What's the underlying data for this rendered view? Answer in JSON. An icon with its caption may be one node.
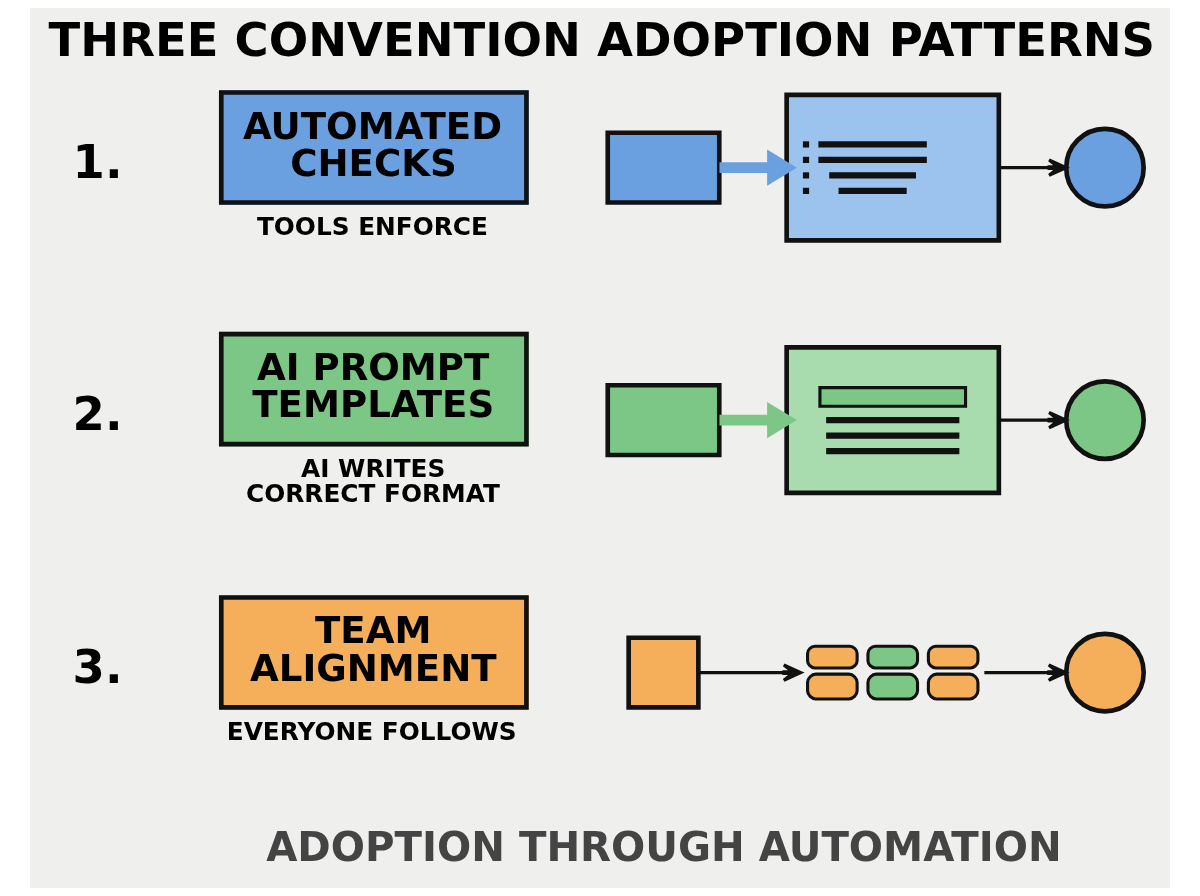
{
  "diagram": {
    "title": "THREE CONVENTION ADOPTION PATTERNS",
    "caption": "ADOPTION THROUGH AUTOMATION",
    "nodes": [
      {
        "text": [
          "AUTOMATED CHECKS"
        ],
        "beside": [
          "TOOLS ENFORCE"
        ]
      },
      {
        "text": [],
        "shape": "box"
      },
      {
        "text": [],
        "shape": "box"
      },
      {
        "text": [],
        "shape": "circle"
      },
      {
        "text": [
          "AI PROMPT TEMPLATES"
        ],
        "beside": [
          "AI WRITES CORRECT FORMAT"
        ]
      },
      {
        "text": [],
        "shape": "box"
      },
      {
        "text": [],
        "shape": "box"
      },
      {
        "text": [],
        "shape": "circle"
      },
      {
        "text": [
          "TEAM ALIGNMENT"
        ],
        "beside": [
          "EVERYONE FOLLOWS"
        ]
      },
      {
        "text": [],
        "shape": "box"
      },
      {
        "text": [],
        "shape": "person"
      },
      {
        "text": [],
        "shape": "circle"
      }
    ],
    "edges": [
      {
        "from": 1,
        "to": 2,
        "arrow": "to",
        "style": "thick",
        "color": "#6a9fe0"
      },
      {
        "from": 2,
        "to": 3,
        "arrow": "to"
      },
      {
        "from": 5,
        "to": 6,
        "arrow": "to",
        "style": "thick",
        "color": "#7cc785"
      },
      {
        "from": 6,
        "to": 7,
        "arrow": "to"
      },
      {
        "from": 9,
        "to": 10,
        "arrow": "to"
      },
      {
        "from": 10,
        "to": 11,
        "arrow": "to"
      }
    ],
    "labels": [
      "1.",
      "2.",
      "3."
    ]
  }
}
